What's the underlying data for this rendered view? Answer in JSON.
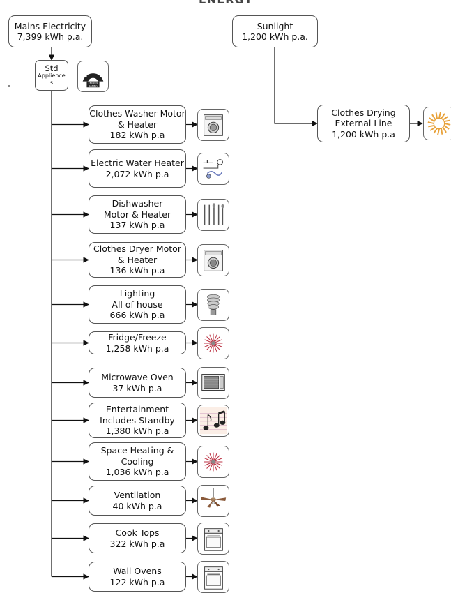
{
  "fragment_top": "ENERGY",
  "mains": [
    "Mains Electricity",
    "7,399 kWh p.a."
  ],
  "sunlight": [
    "Sunlight",
    "1,200 kWh p.a."
  ],
  "std": [
    "Std",
    "Applience",
    "s"
  ],
  "energy_rating_label": [
    "ENERGY",
    "RATING"
  ],
  "drying": [
    "Clothes Drying",
    "External Line",
    "1,200 kWh p.a"
  ],
  "appliances": [
    {
      "lines": [
        "Clothes Washer Motor",
        "& Heater",
        "182 kWh p.a"
      ],
      "icon": "washing-machine-icon"
    },
    {
      "lines": [
        "Electric Water Heater",
        "2,072 kWh p.a"
      ],
      "icon": "water-heater-icon"
    },
    {
      "lines": [
        "Dishwasher",
        "Motor & Heater",
        "137 kWh p.a"
      ],
      "icon": "cutlery-icon"
    },
    {
      "lines": [
        "Clothes Dryer  Motor",
        "& Heater",
        "136 kWh p.a"
      ],
      "icon": "dryer-icon"
    },
    {
      "lines": [
        "Lighting",
        "All of house",
        "666 kWh p.a"
      ],
      "icon": "light-bulb-icon"
    },
    {
      "lines": [
        "Fridge/Freeze",
        "1,258 kWh p.a"
      ],
      "icon": "snowflake-icon"
    },
    {
      "lines": [
        "Microwave Oven",
        "37 kWh p.a"
      ],
      "icon": "microwave-icon"
    },
    {
      "lines": [
        "Entertainment",
        "Includes Standby",
        "1,380 kWh p.a"
      ],
      "icon": "music-notes-icon"
    },
    {
      "lines": [
        "Space Heating &",
        "Cooling",
        "1,036 kWh p.a"
      ],
      "icon": "snowflake-icon"
    },
    {
      "lines": [
        "Ventilation",
        "40 kWh p.a"
      ],
      "icon": "ceiling-fan-icon"
    },
    {
      "lines": [
        "Cook Tops",
        "322 kWh p.a"
      ],
      "icon": "stove-icon"
    },
    {
      "lines": [
        "Wall Ovens",
        "122 kWh p.a"
      ],
      "icon": "stove-icon"
    }
  ],
  "colors": {
    "line": "#111111",
    "border": "#555555",
    "sun": "#e8a23a",
    "energy_badge": "#222222"
  }
}
